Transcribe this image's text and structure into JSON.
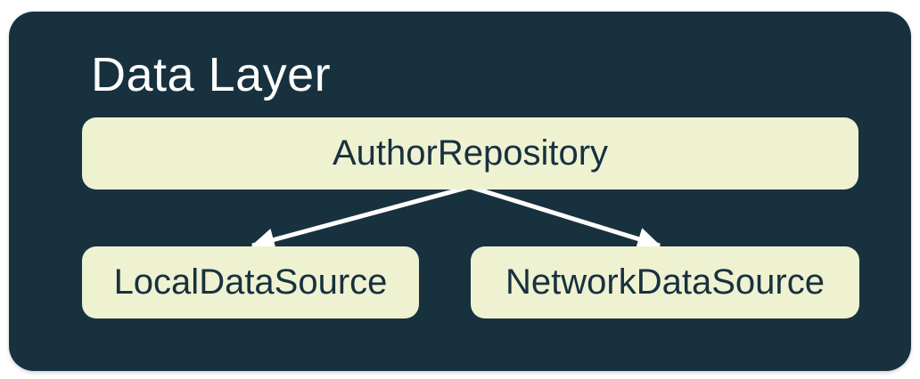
{
  "diagram": {
    "title": "Data Layer",
    "nodes": [
      {
        "id": "author-repository",
        "label": "AuthorRepository"
      },
      {
        "id": "local-data-source",
        "label": "LocalDataSource"
      },
      {
        "id": "network-data-source",
        "label": "NetworkDataSource"
      }
    ],
    "edges": [
      {
        "from": "author-repository",
        "to": "local-data-source"
      },
      {
        "from": "author-repository",
        "to": "network-data-source"
      }
    ],
    "colors": {
      "page_bg": "#FFFFFF",
      "container_bg": "#18313F",
      "node_bg": "#EEF2D1",
      "node_text": "#18313F",
      "title_text": "#FDFDFB",
      "arrow": "#FFFFFF"
    }
  }
}
